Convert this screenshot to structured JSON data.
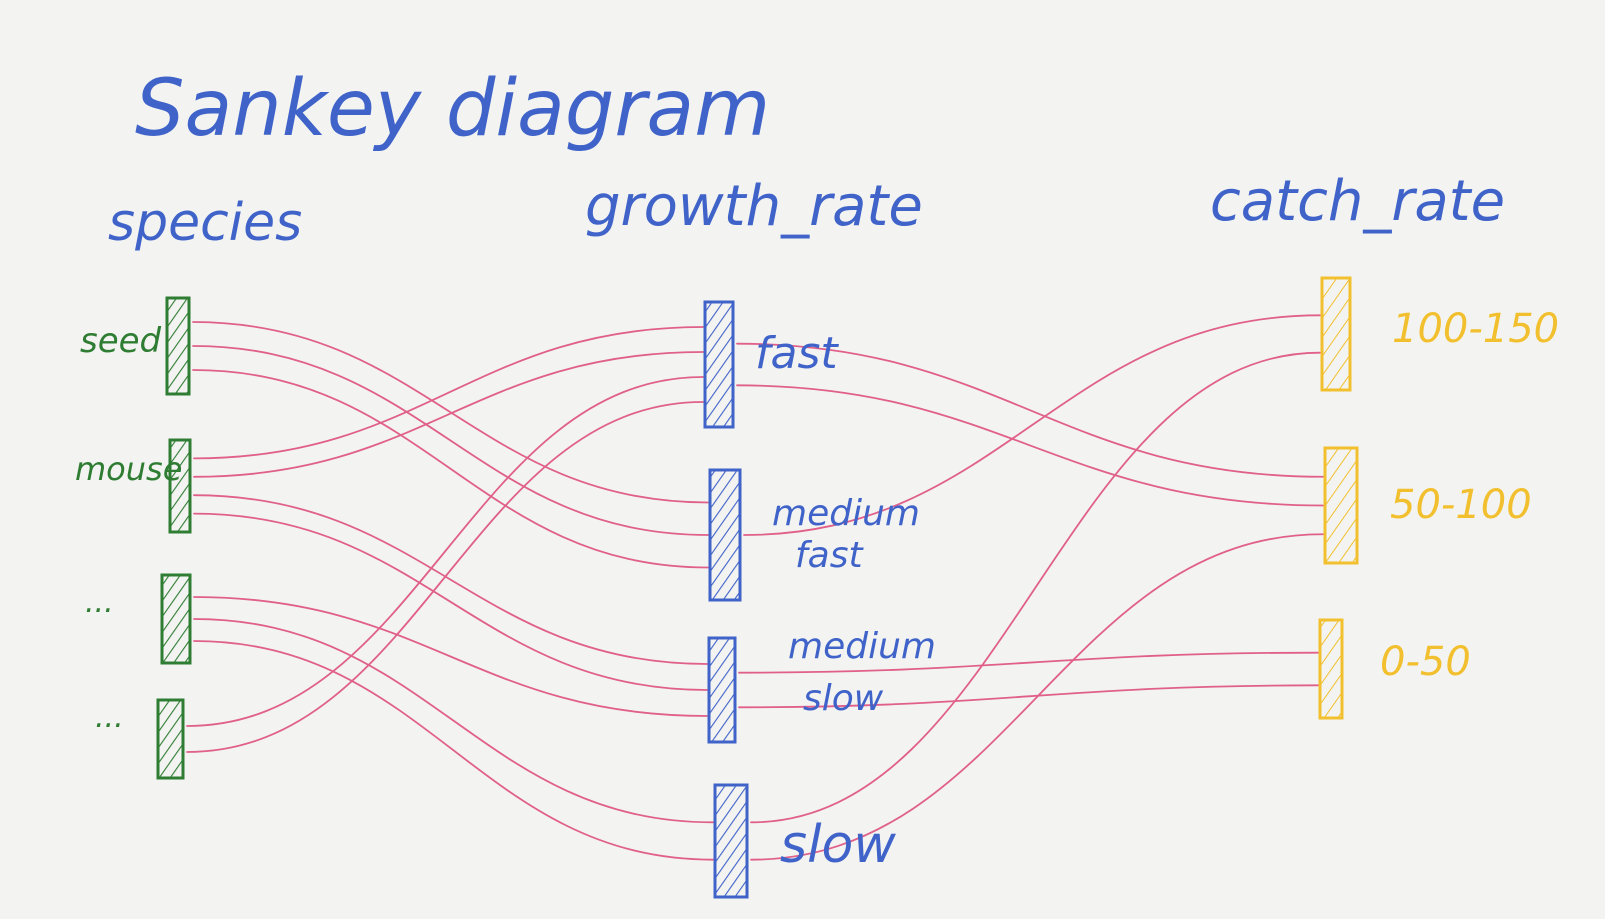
{
  "title": "Sankey diagram",
  "columns": [
    {
      "key": "species",
      "header": "species",
      "color": "#2e7d32",
      "nodes": [
        "seed",
        "mouse",
        "...",
        "..."
      ]
    },
    {
      "key": "growth_rate",
      "header": "growth_rate",
      "color": "#3f63c8",
      "nodes": [
        "fast",
        "medium fast",
        "medium slow",
        "slow"
      ]
    },
    {
      "key": "catch_rate",
      "header": "catch_rate",
      "color": "#f2c02e",
      "nodes": [
        "100-150",
        "50-100",
        "0-50"
      ]
    }
  ],
  "link_color": "#e0608a",
  "links": [
    {
      "source": "species.0",
      "target": "growth_rate.1"
    },
    {
      "source": "species.0",
      "target": "growth_rate.1"
    },
    {
      "source": "species.0",
      "target": "growth_rate.1"
    },
    {
      "source": "species.1",
      "target": "growth_rate.0"
    },
    {
      "source": "species.1",
      "target": "growth_rate.0"
    },
    {
      "source": "species.1",
      "target": "growth_rate.2"
    },
    {
      "source": "species.1",
      "target": "growth_rate.2"
    },
    {
      "source": "species.2",
      "target": "growth_rate.2"
    },
    {
      "source": "species.2",
      "target": "growth_rate.3"
    },
    {
      "source": "species.2",
      "target": "growth_rate.3"
    },
    {
      "source": "species.3",
      "target": "growth_rate.0"
    },
    {
      "source": "species.3",
      "target": "growth_rate.0"
    },
    {
      "source": "growth_rate.0",
      "target": "catch_rate.1"
    },
    {
      "source": "growth_rate.0",
      "target": "catch_rate.1"
    },
    {
      "source": "growth_rate.1",
      "target": "catch_rate.0"
    },
    {
      "source": "growth_rate.2",
      "target": "catch_rate.2"
    },
    {
      "source": "growth_rate.2",
      "target": "catch_rate.2"
    },
    {
      "source": "growth_rate.3",
      "target": "catch_rate.0"
    },
    {
      "source": "growth_rate.3",
      "target": "catch_rate.1"
    }
  ]
}
